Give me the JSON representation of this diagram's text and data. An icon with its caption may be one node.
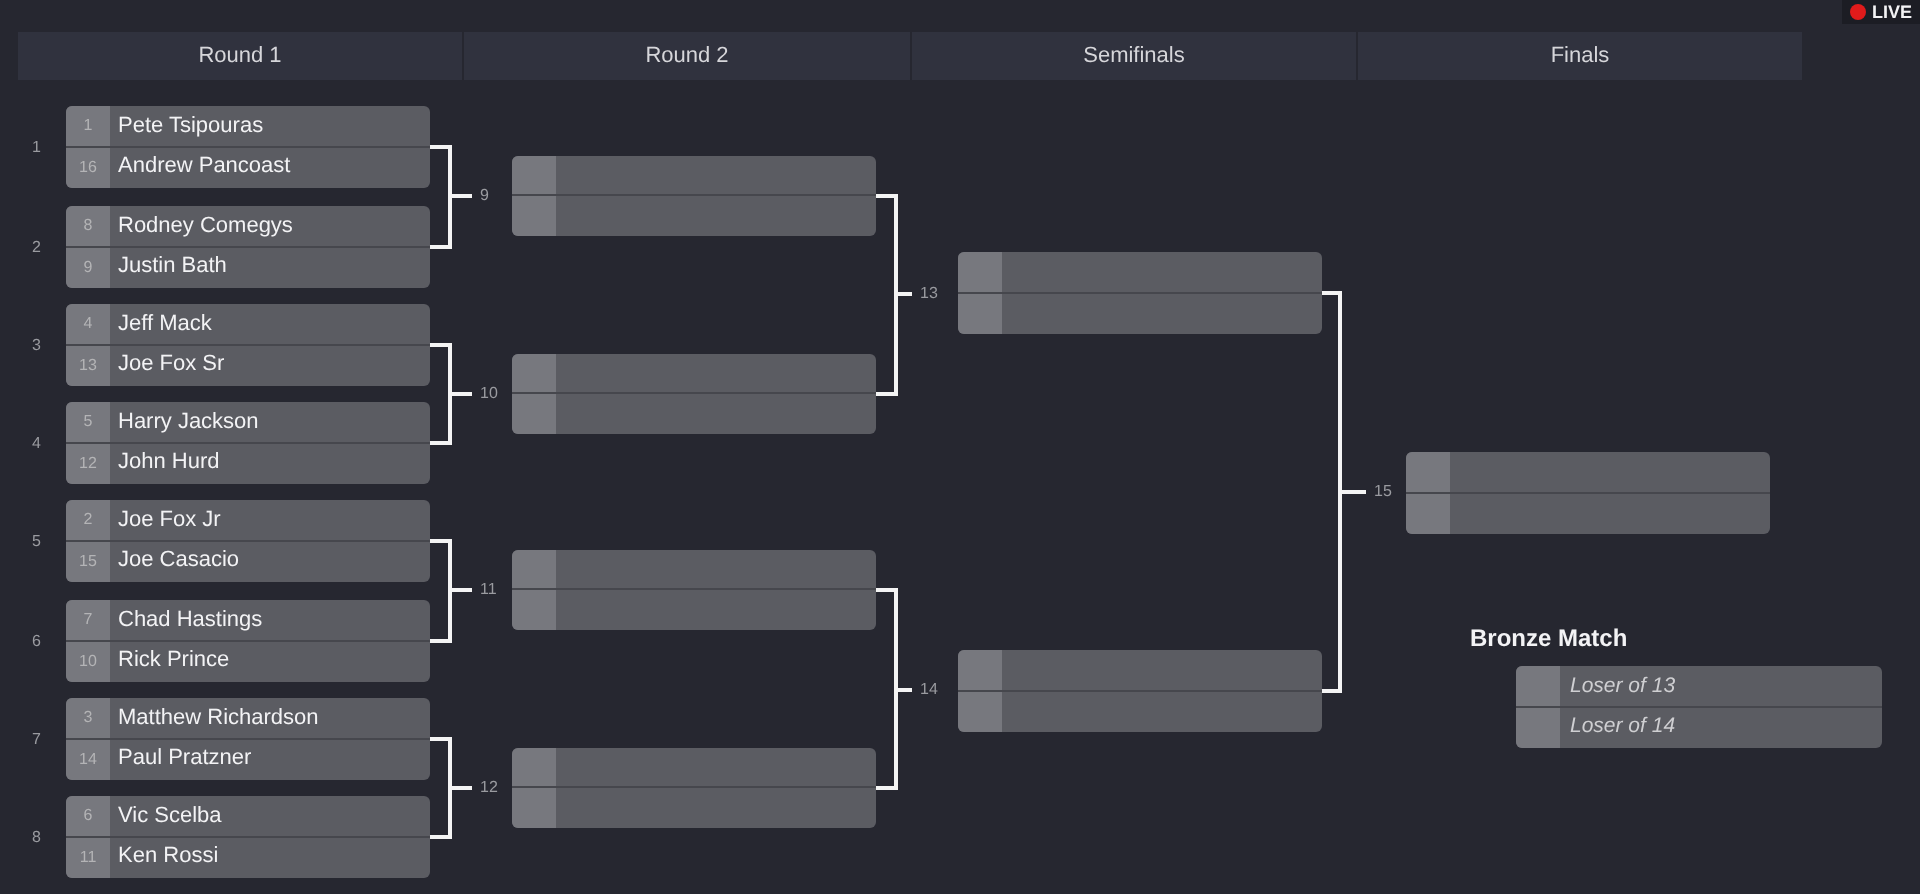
{
  "diagram": {
    "nodes": [
      {
        "text": [
          "Round 1"
        ]
      },
      {
        "text": [
          "Round 2"
        ]
      },
      {
        "text": [
          "Semifinals"
        ]
      },
      {
        "text": [
          "Finals"
        ]
      },
      {
        "text": [
          "1",
          "Pete Tsipouras",
          "16",
          "Andrew Pancoast"
        ],
        "beside": [
          "1"
        ]
      },
      {
        "text": [
          "8",
          "Rodney Comegys",
          "9",
          "Justin Bath"
        ],
        "beside": [
          "2"
        ]
      },
      {
        "text": [
          "4",
          "Jeff Mack",
          "13",
          "Joe Fox Sr"
        ],
        "beside": [
          "3"
        ]
      },
      {
        "text": [
          "5",
          "Harry Jackson",
          "12",
          "John Hurd"
        ],
        "beside": [
          "4"
        ]
      },
      {
        "text": [
          "2",
          "Joe Fox Jr",
          "15",
          "Joe Casacio"
        ],
        "beside": [
          "5"
        ]
      },
      {
        "text": [
          "7",
          "Chad Hastings",
          "10",
          "Rick Prince"
        ],
        "beside": [
          "6"
        ]
      },
      {
        "text": [
          "3",
          "Matthew Richardson",
          "14",
          "Paul Pratzner"
        ],
        "beside": [
          "7"
        ]
      },
      {
        "text": [
          "6",
          "Vic Scelba",
          "11",
          "Ken Rossi"
        ],
        "beside": [
          "8"
        ]
      },
      {
        "text": [],
        "shape": "box"
      },
      {
        "text": [],
        "shape": "box"
      },
      {
        "text": [],
        "shape": "box"
      },
      {
        "text": [],
        "shape": "box"
      },
      {
        "text": [
          "9"
        ]
      },
      {
        "text": [
          "10"
        ]
      },
      {
        "text": [
          "11"
        ]
      },
      {
        "text": [
          "12"
        ]
      },
      {
        "text": [],
        "shape": "box"
      },
      {
        "text": [],
        "shape": "box"
      },
      {
        "text": [
          "13"
        ]
      },
      {
        "text": [
          "14"
        ]
      },
      {
        "text": [],
        "shape": "box"
      },
      {
        "text": [
          "15"
        ]
      },
      {
        "text": [
          "Bronze Match",
          "Loser of 13",
          "Loser of 14"
        ]
      }
    ],
    "edges": [
      {
        "from": 4,
        "to": 16,
        "arrow": "none"
      },
      {
        "from": 5,
        "to": 16,
        "arrow": "none"
      },
      {
        "from": 6,
        "to": 17,
        "arrow": "none"
      },
      {
        "from": 7,
        "to": 17,
        "arrow": "none"
      },
      {
        "from": 8,
        "to": 18,
        "arrow": "none"
      },
      {
        "from": 9,
        "to": 18,
        "arrow": "none"
      },
      {
        "from": 10,
        "to": 19,
        "arrow": "none"
      },
      {
        "from": 11,
        "to": 19,
        "arrow": "none"
      },
      {
        "from": 12,
        "to": 22,
        "arrow": "none"
      },
      {
        "from": 13,
        "to": 22,
        "arrow": "none"
      },
      {
        "from": 14,
        "to": 23,
        "arrow": "none"
      },
      {
        "from": 15,
        "to": 23,
        "arrow": "none"
      },
      {
        "from": 20,
        "to": 25,
        "arrow": "none"
      },
      {
        "from": 21,
        "to": 25,
        "arrow": "none"
      }
    ],
    "labels": [
      "LIVE"
    ]
  }
}
